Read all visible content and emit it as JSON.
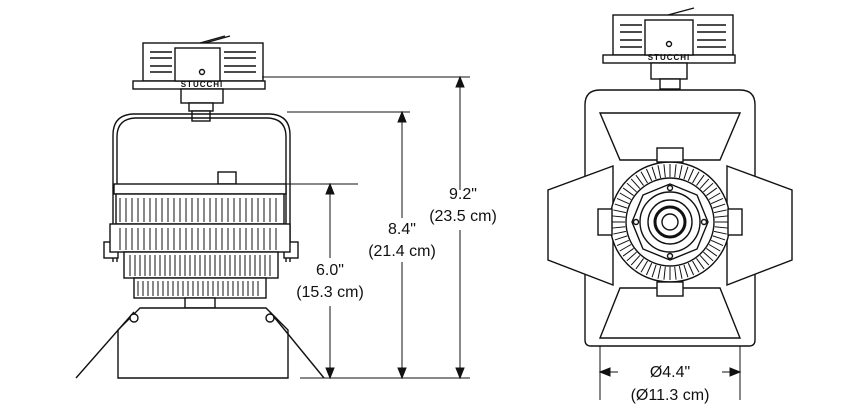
{
  "brand": "STUCCHI",
  "dimensions": {
    "overall_height": {
      "imperial": "9.2\"",
      "metric": "(23.5 cm)"
    },
    "body_height": {
      "imperial": "8.4\"",
      "metric": "(21.4 cm)"
    },
    "head_height": {
      "imperial": "6.0\"",
      "metric": "(15.3 cm)"
    },
    "lens_diameter": {
      "imperial": "Ø4.4\"",
      "metric": "(Ø11.3 cm)"
    }
  }
}
